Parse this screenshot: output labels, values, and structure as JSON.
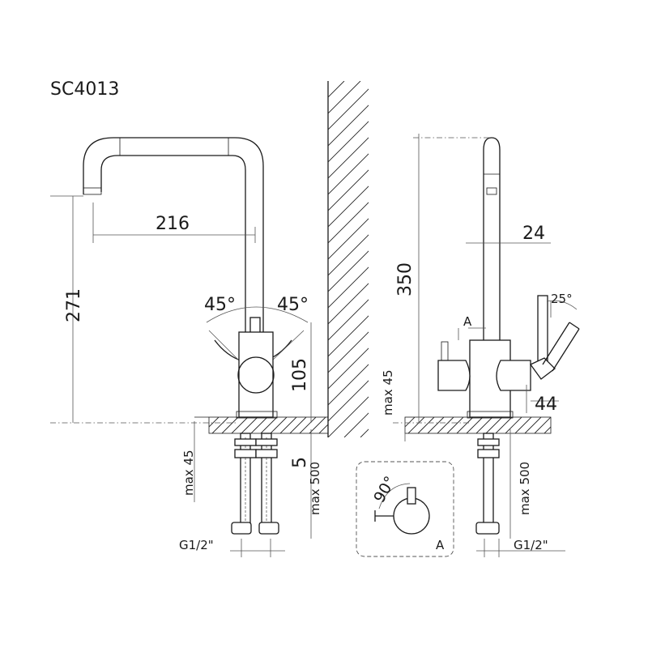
{
  "model": {
    "code": "SC4013"
  },
  "front_view": {
    "dim_reach": "216",
    "dim_height": "271",
    "angle_left": "45°",
    "angle_right": "45°",
    "dim_body": "105",
    "dim_gap": "5",
    "max_slab": "max 45",
    "max_hose": "max 500",
    "thread": "G1/2\""
  },
  "side_view": {
    "dim_height": "350",
    "dim_diameter": "24",
    "angle_tilt": "25°",
    "section_marker": "A",
    "dim_offset": "44",
    "max_slab": "max 45",
    "max_hose": "max 500",
    "thread": "G1/2\""
  },
  "detail": {
    "angle": "90°",
    "label": "A"
  }
}
